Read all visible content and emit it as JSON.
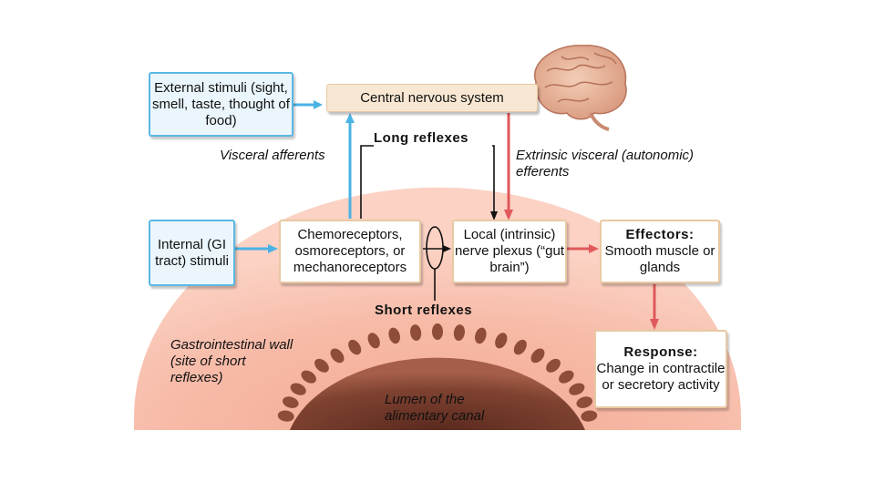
{
  "labels": {
    "external_stimuli": "External stimuli (sight, smell, taste, thought of food)",
    "central_nervous_system": "Central nervous system",
    "long_reflexes": "Long reflexes",
    "visceral_afferents": "Visceral afferents",
    "extrinsic_efferents": "Extrinsic visceral (autonomic) efferents",
    "internal_stimuli": "Internal (GI tract) stimuli",
    "receptors": "Chemoreceptors, osmoreceptors, or mechanoreceptors",
    "local_plexus": "Local (intrinsic) nerve plexus (“gut brain”)",
    "effectors_title": "Effectors:",
    "effectors_body": "Smooth muscle or glands",
    "short_reflexes": "Short reflexes",
    "response_title": "Response:",
    "response_body": "Change in contractile or secretory activity",
    "gi_wall": "Gastrointestinal wall (site of short reflexes)",
    "lumen": "Lumen of the alimentary canal"
  },
  "colors": {
    "afferent_arrow": "#4ab3e5",
    "efferent_arrow": "#e0595b",
    "neuron_line": "#111111",
    "gi_wall": "#f6b9a5",
    "lumen": "#8b4a38"
  },
  "icons": {
    "brain": "brain-icon"
  }
}
